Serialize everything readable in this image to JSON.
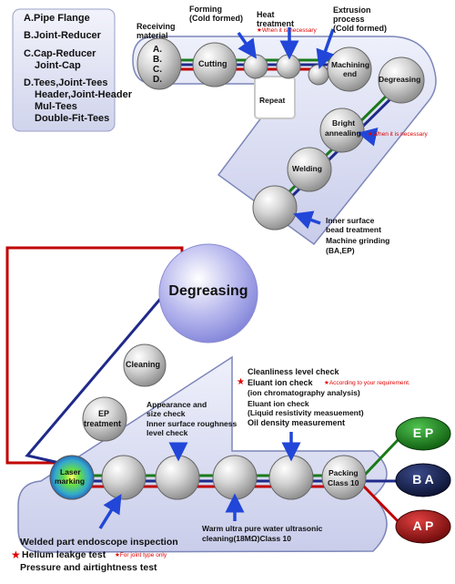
{
  "legend": {
    "items": [
      "A.Pipe Flange",
      "B.Joint-Reducer",
      "C.Cap-Reducer",
      "Joint-Cap",
      "D.Tees,Joint-Tees",
      "Header,Joint-Header",
      "Mul-Tees",
      "Double-Fit-Tees"
    ]
  },
  "receiving": {
    "label_line1": "Receiving",
    "label_line2": "material",
    "letters": [
      "A.",
      "B.",
      "C.",
      "D."
    ]
  },
  "top_line": {
    "cutting": "Cutting",
    "forming_line1": "Forming",
    "forming_line2": "(Cold formed)",
    "heat_line1": "Heat",
    "heat_line2": "treatment",
    "heat_note": "★When it is necessary",
    "extrusion_line1": "Extrusion",
    "extrusion_line2": "process",
    "extrusion_line3": "(Cold formed)",
    "repeat": "Repeat",
    "machining_line1": "Machining",
    "machining_line2": "end"
  },
  "diagonal": {
    "degreasing": "Degreasing",
    "bright_line1": "Bright",
    "bright_line2": "annealing",
    "bright_note": "★When it is necessary",
    "welding": "Welding",
    "inner_line1": "Inner surface",
    "inner_line2": "bead treatment",
    "machine_line1": "Machine grinding",
    "machine_line2": "(BA,EP)"
  },
  "center": {
    "degreasing": "Degreasing"
  },
  "bottom_line": {
    "cleaning": "Cleaning",
    "ep_line1": "EP",
    "ep_line2": "treatment",
    "laser_line1": "Laser",
    "laser_line2": "marking",
    "packing_line1": "Packing",
    "packing_line2": "Class 10",
    "appearance_line1": "Appearance and",
    "appearance_line2": "size check",
    "appearance_line3": "Inner surface roughness",
    "appearance_line4": "level check",
    "clean_check": "Cleanliness level check",
    "eluant1": "Eluant ion check",
    "eluant1_note": "★According to your requirement.",
    "eluant1_sub": "(ion chromatography analysis)",
    "eluant2_line1": "Eluant ion check",
    "eluant2_line2": "(Liquid resistivity measuement)",
    "oil": "Oil density measurement",
    "warm_line1": "Warm ultra pure water ultrasonic",
    "warm_line2": "cleaning(18MΩ)Class 10",
    "welded": "Welded part endoscope inspection",
    "helium": "Helium leakge test",
    "helium_note": "★For joint type only",
    "pressure": "Pressure and airtightness test"
  },
  "outputs": {
    "ep": "E P",
    "ba": "B A",
    "ap": "A P"
  },
  "colors": {
    "track": "#d7dbf2",
    "track_edge": "#7d86b8",
    "circle": "#c9c9c9",
    "arrow": "#2146d8",
    "ep": "#1c8a1c",
    "ba": "#15204f",
    "ap": "#b01010",
    "line_red": "#c00000",
    "line_blue": "#1f2a8a",
    "line_green": "#1a7a1a"
  }
}
